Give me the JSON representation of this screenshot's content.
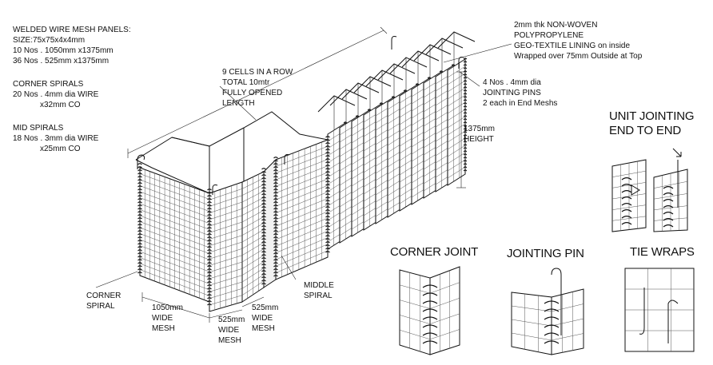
{
  "spec": {
    "panels_title": "WELDED WIRE MESH PANELS:",
    "panels_size": "SIZE:75x75x4x4mm",
    "panels_line1": "10 Nos . 1050mm x1375mm",
    "panels_line2": "36 Nos . 525mm x1375mm",
    "corner_title": "CORNER SPIRALS",
    "corner_line1": "20 Nos . 4mm dia WIRE",
    "corner_line2": "x32mm CO",
    "mid_title": "MID SPIRALS",
    "mid_line1": "18 Nos . 3mm dia WIRE",
    "mid_line2": "x25mm CO"
  },
  "cells": {
    "line1": "9 CELLS IN A ROW",
    "line2": "TOTAL 10mtr",
    "line3": "FULLY OPENED",
    "line4": "LENGTH"
  },
  "lining": {
    "line1": "2mm thk NON-WOVEN",
    "line2": "POLYPROPYLENE",
    "line3": "GEO-TEXTILE LINING on inside",
    "line4": "Wrapped over 75mm Outside at Top"
  },
  "pins": {
    "line1": "4 Nos . 4mm dia",
    "line2": "JOINTING PINS",
    "line3": "2 each in End Meshs"
  },
  "height": {
    "line1": "1375mm",
    "line2": "HEIGHT"
  },
  "bottom_labels": {
    "corner_spiral_1": "CORNER",
    "corner_spiral_2": "SPIRAL",
    "wide1050_1": "1050mm",
    "wide1050_2": "WIDE",
    "wide1050_3": "MESH",
    "wide525a_1": "525mm",
    "wide525a_2": "WIDE",
    "wide525a_3": "MESH",
    "wide525b_1": "525mm",
    "wide525b_2": "WIDE",
    "wide525b_3": "MESH",
    "middle_spiral_1": "MIDDLE",
    "middle_spiral_2": "SPIRAL"
  },
  "details": {
    "unit_jointing_1": "UNIT JOINTING",
    "unit_jointing_2": "END TO END",
    "corner_joint": "CORNER JOINT",
    "jointing_pin": "JOINTING PIN",
    "tie_wraps": "TIE WRAPS"
  }
}
